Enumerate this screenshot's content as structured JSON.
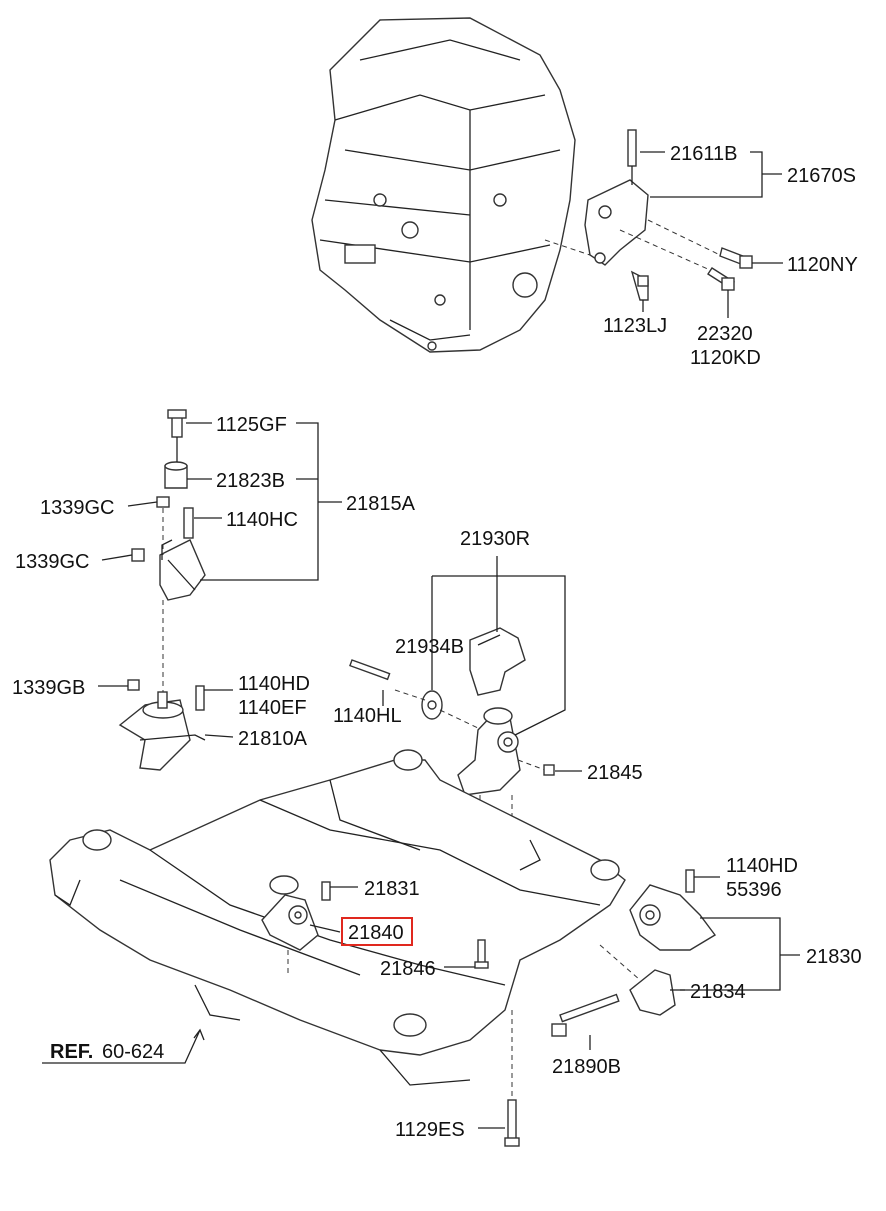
{
  "labels": {
    "p21611B": "21611B",
    "p21670S": "21670S",
    "p1120NY": "1120NY",
    "p1123LJ": "1123LJ",
    "p22320": "22320",
    "p1120KD": "1120KD",
    "p1125GF": "1125GF",
    "p21823B": "21823B",
    "p1339GC_a": "1339GC",
    "p1140HC": "1140HC",
    "p21815A": "21815A",
    "p1339GC_b": "1339GC",
    "p21930R": "21930R",
    "p21934B": "21934B",
    "p1339GB": "1339GB",
    "p1140HD_a": "1140HD",
    "p1140EF": "1140EF",
    "p1140HL": "1140HL",
    "p21810A": "21810A",
    "p21845": "21845",
    "p1140HD_b": "1140HD",
    "p55396": "55396",
    "p21831": "21831",
    "p21840": "21840",
    "p21830": "21830",
    "p21846": "21846",
    "p21834": "21834",
    "ref_bold": "REF.",
    "ref_num": "60-624",
    "p21890B": "21890B",
    "p1129ES": "1129ES"
  },
  "highlight": {
    "part": "21840",
    "color": "#e0281e"
  }
}
